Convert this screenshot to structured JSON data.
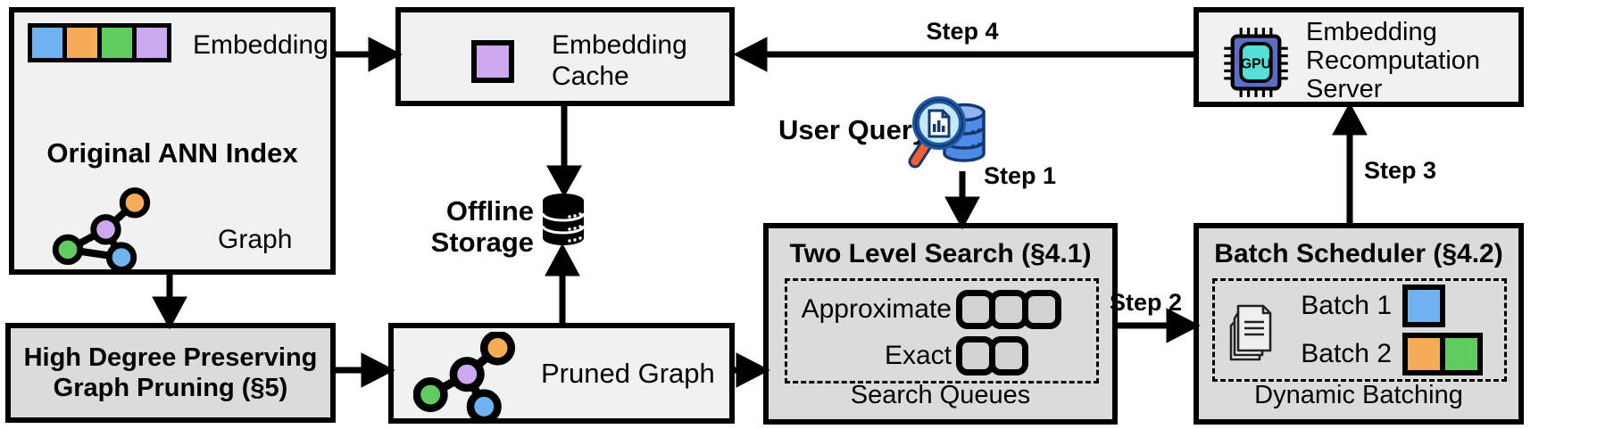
{
  "boxes": {
    "original_ann_index": {
      "title": "Original ANN Index",
      "embedding_label": "Embedding",
      "graph_label": "Graph",
      "embedding_cell_colors": [
        "#6FB3F1",
        "#F6AB56",
        "#5ECC5E",
        "#CDA7EF"
      ]
    },
    "high_degree_pruning": {
      "label": "High Degree Preserving Graph Pruning (§5)"
    },
    "embedding_cache": {
      "label": "Embedding Cache",
      "cached_cell_color": "#CDA7EF"
    },
    "offline_storage": {
      "label": "Offline Storage"
    },
    "pruned_graph": {
      "label": "Pruned Graph"
    },
    "user_query": {
      "label": "User Query"
    },
    "two_level_search": {
      "title": "Two Level Search (§4.1)",
      "approximate_label": "Approximate",
      "exact_label": "Exact",
      "approximate_queue_count": 3,
      "exact_queue_count": 2,
      "footer": "Search Queues"
    },
    "batch_scheduler": {
      "title": "Batch Scheduler (§4.2)",
      "batch1_label": "Batch 1",
      "batch2_label": "Batch 2",
      "batch1_colors": [
        "#6FB3F1"
      ],
      "batch2_colors": [
        "#F6AB56",
        "#5ECC5E"
      ],
      "footer": "Dynamic Batching"
    },
    "recomputation_server": {
      "label": "Embedding Recomputation Server",
      "chip_label": "GPU"
    }
  },
  "steps": {
    "step1": "Step 1",
    "step2": "Step 2",
    "step3": "Step 3",
    "step4": "Step 4"
  },
  "colors": {
    "node_blue": "#6FB3F1",
    "node_orange": "#F6AB56",
    "node_green": "#5ECC5E",
    "node_purple": "#CDA7EF",
    "box_light": "#F1F1F1",
    "box_dark": "#DBDBDB",
    "queue_fill": "#D2D2D2",
    "outline": "#000000"
  }
}
